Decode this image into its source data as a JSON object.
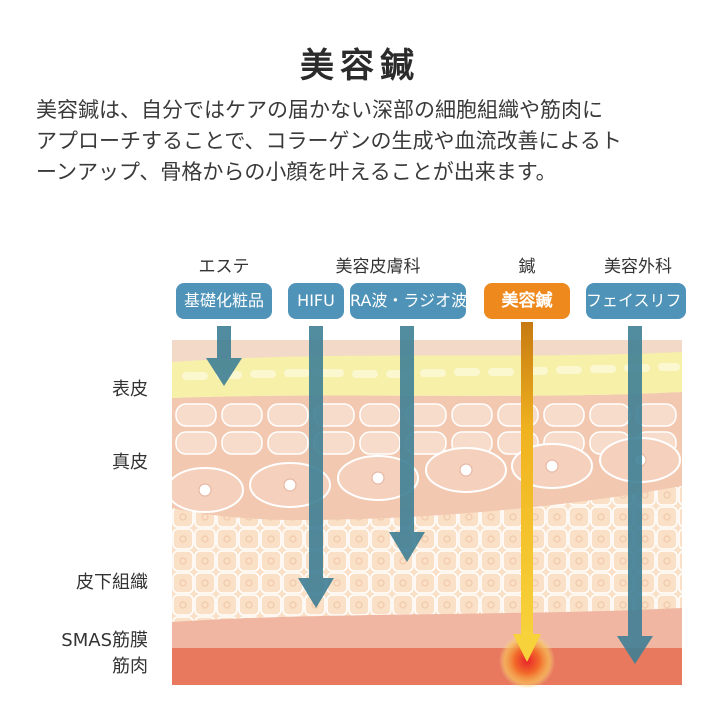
{
  "title": "美容鍼",
  "description": {
    "line1": "美容鍼は、自分ではケアの届かない深部の細胞組織や筋肉に",
    "line2": "アプローチすることで、コラーゲンの生成や血流改善によるト",
    "line3": "ーンアップ、骨格からの小顔を叶えることが出来ます。"
  },
  "categories": {
    "esthe": "エステ",
    "derm": "美容皮膚科",
    "hari": "鍼",
    "surgery": "美容外科"
  },
  "treatments": {
    "cosmetics": "基礎化粧品",
    "hifu": "HIFU",
    "ra": "RA波・ラジオ波",
    "hari": "美容鍼",
    "facelift": "フェイスリフト"
  },
  "layers": {
    "epidermis": "表皮",
    "dermis": "真皮",
    "subcutis": "皮下組織",
    "smas": "SMAS筋膜",
    "muscle": "筋肉"
  },
  "colors": {
    "arrow": "#3f7f95",
    "badge": "#4f93b8",
    "accent": "#ee8a1d",
    "epidermis": "#f6f0a8",
    "dermis": "#f2c9b0",
    "subcutis": "#fae0c6",
    "smas": "#f0b6a2",
    "muscle": "#e8795e"
  }
}
